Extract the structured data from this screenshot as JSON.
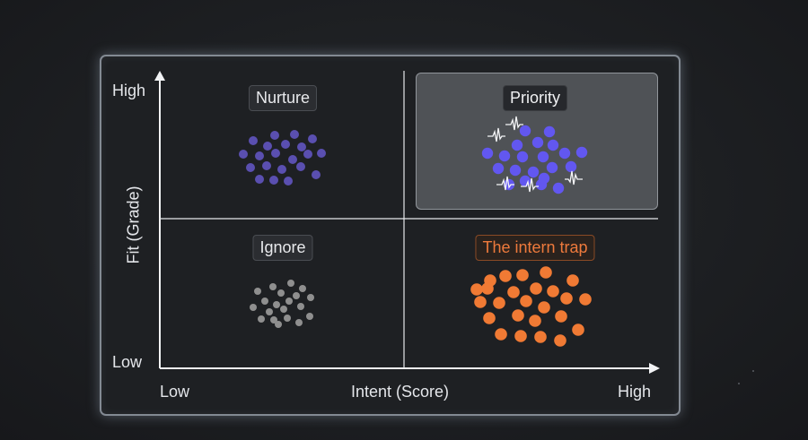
{
  "axes": {
    "x_title": "Intent (Score)",
    "y_title": "Fit (Grade)",
    "x_low": "Low",
    "x_high": "High",
    "y_low": "Low",
    "y_high": "High"
  },
  "quadrants": {
    "top_left": {
      "label": "Nurture",
      "color": "#5a4fb0"
    },
    "top_right": {
      "label": "Priority",
      "color": "#6257f0",
      "highlighted": true
    },
    "bottom_left": {
      "label": "Ignore",
      "color": "#8f8f8f"
    },
    "bottom_right": {
      "label": "The intern trap",
      "color": "#f07a34"
    }
  },
  "colors": {
    "axis": "#f2f3f5",
    "divider": "#e6e8eb",
    "trap_label": "#ee7a3c"
  }
}
